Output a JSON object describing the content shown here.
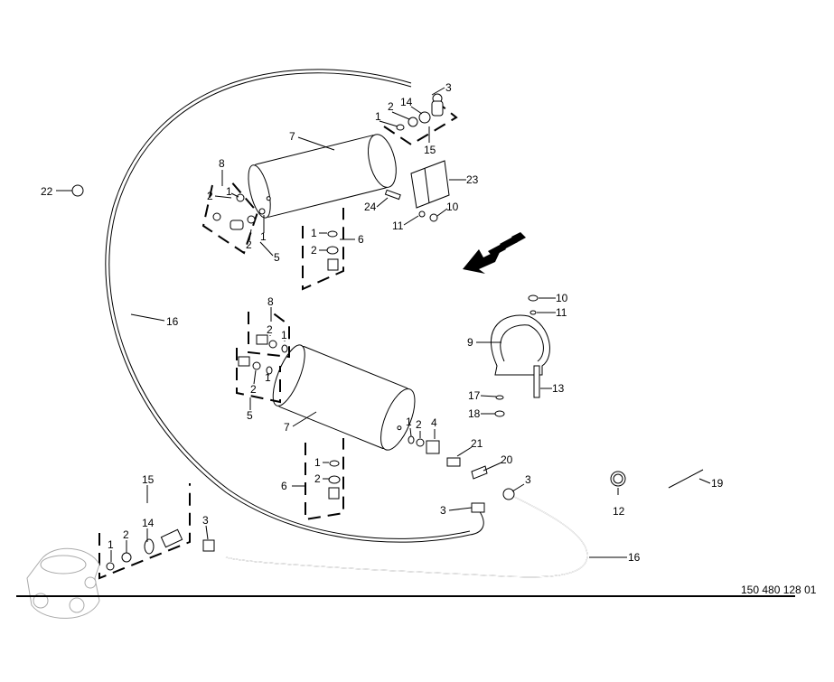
{
  "drawing_number": "150 480 128 01",
  "callouts": [
    "3",
    "14",
    "2",
    "1",
    "15",
    "7",
    "8",
    "2",
    "1",
    "22",
    "2",
    "1",
    "5",
    "1",
    "2",
    "6",
    "23",
    "24",
    "11",
    "10",
    "8",
    "2",
    "1",
    "2",
    "1",
    "5",
    "7",
    "16",
    "1",
    "2",
    "4",
    "21",
    "20",
    "3",
    "3",
    "1",
    "2",
    "6",
    "10",
    "11",
    "9",
    "13",
    "17",
    "18",
    "12",
    "19",
    "16",
    "15",
    "1",
    "2",
    "14",
    "3"
  ],
  "direction_arrow": "direction-arrow",
  "colors": {
    "line": "#000000",
    "ghost": "#aaaaaa"
  }
}
